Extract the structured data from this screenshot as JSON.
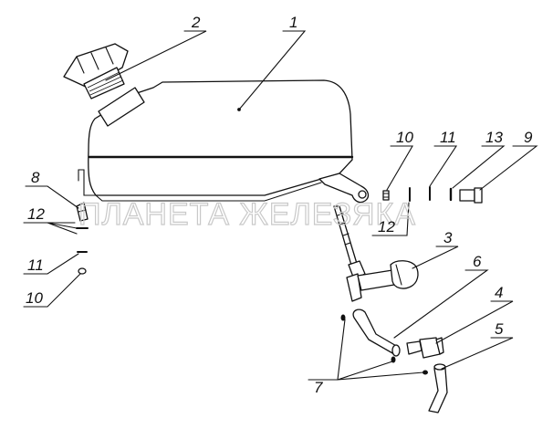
{
  "watermark": "ПЛАНЕТА ЖЕЛЕЗЯКА",
  "callouts": {
    "c1": "1",
    "c2": "2",
    "c3": "3",
    "c4": "4",
    "c5": "5",
    "c6": "6",
    "c7": "7",
    "c8": "8",
    "c9": "9",
    "c10_right": "10",
    "c11_right": "11",
    "c12_right": "12",
    "c13": "13",
    "c12_left": "12",
    "c11_left": "11",
    "c10_left": "10"
  }
}
